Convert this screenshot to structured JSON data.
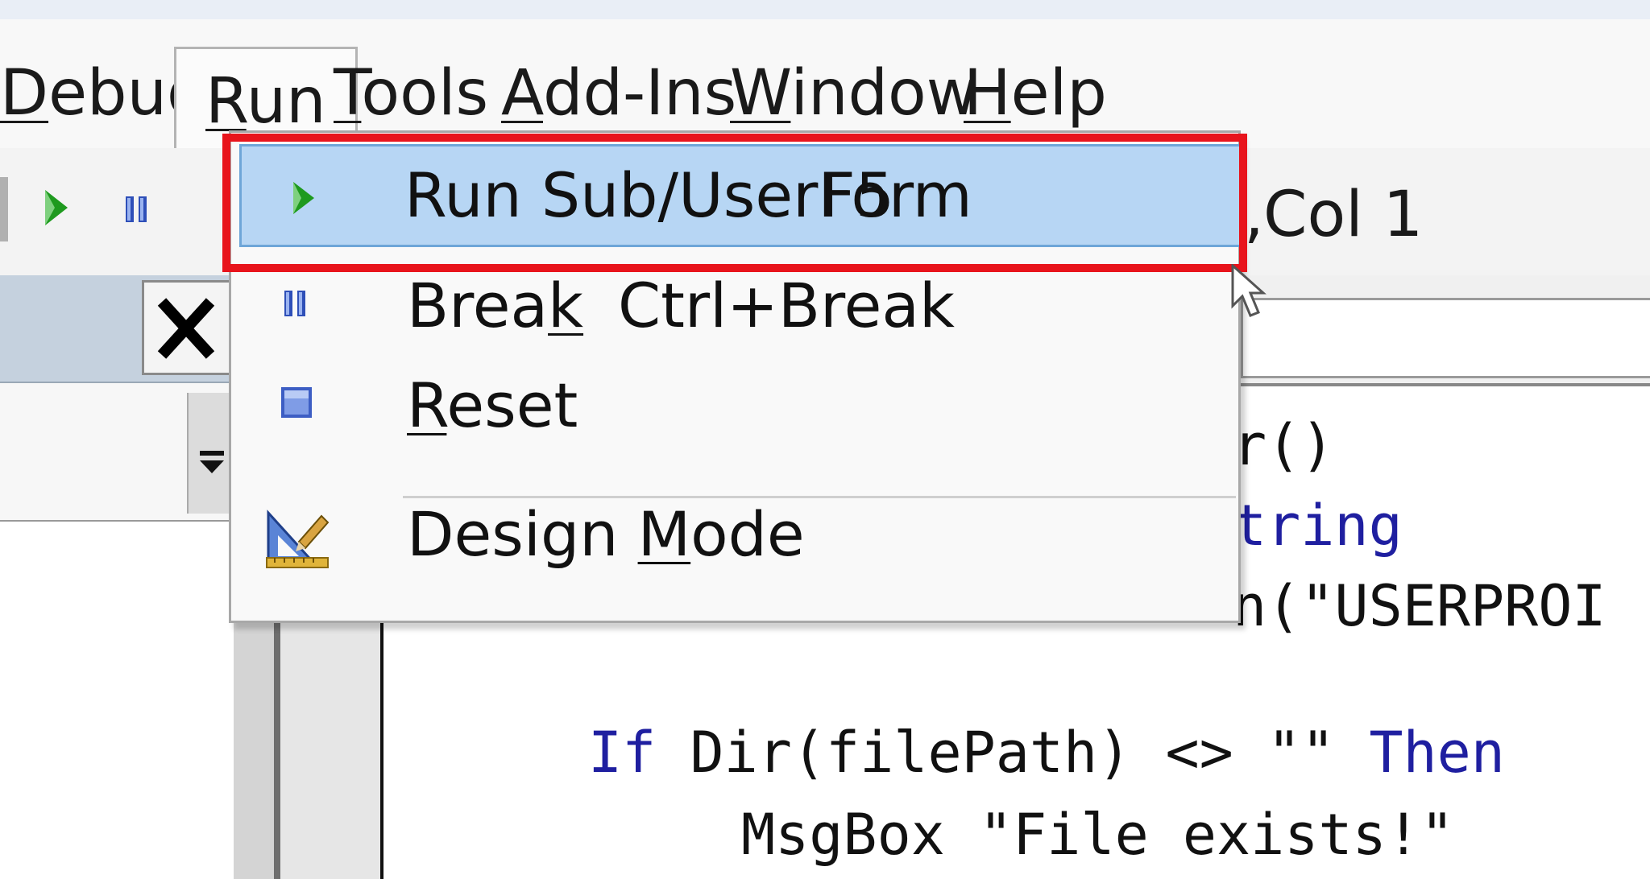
{
  "menubar": {
    "items": [
      {
        "key": "debug",
        "pre": "",
        "acc": "D",
        "post": "ebug"
      },
      {
        "key": "run",
        "pre": "",
        "acc": "R",
        "post": "un"
      },
      {
        "key": "tools",
        "pre": "",
        "acc": "T",
        "post": "ools"
      },
      {
        "key": "addins",
        "pre": "",
        "acc": "A",
        "post": "dd-Ins"
      },
      {
        "key": "window",
        "pre": "",
        "acc": "W",
        "post": "indow"
      },
      {
        "key": "help",
        "pre": "",
        "acc": "H",
        "post": "elp"
      }
    ]
  },
  "toolbar": {
    "status_comma": ",",
    "status": "Col 1"
  },
  "run_menu": {
    "items": [
      {
        "pre": "Run Sub/UserForm",
        "acc": "",
        "post": "",
        "shortcut": "F5",
        "icon": "run-icon"
      },
      {
        "pre": "Brea",
        "acc": "k",
        "post": "",
        "shortcut": "Ctrl+Break",
        "icon": "pause-icon"
      },
      {
        "pre": "",
        "acc": "R",
        "post": "eset",
        "shortcut": "",
        "icon": "stop-icon"
      },
      {
        "pre": "Design ",
        "acc": "M",
        "post": "ode",
        "shortcut": "",
        "icon": "design-mode-icon"
      }
    ]
  },
  "left_pane": {
    "close_glyph": "✕"
  },
  "code": {
    "line1": "r()",
    "line2_kw": "tring",
    "line3": "n(\"USERPROI",
    "line4_kw1": "If",
    "line4_mid": " Dir(filePath) <> \"\" ",
    "line4_kw2": "Then",
    "line5": "MsgBox \"File exists!\""
  },
  "colors": {
    "highlight": "#b7d6f4",
    "highlight_border": "#6ea6d8",
    "callout_red": "#e8141c",
    "keyword_blue": "#1f1fa0",
    "run_green": "#1e9a1e"
  }
}
